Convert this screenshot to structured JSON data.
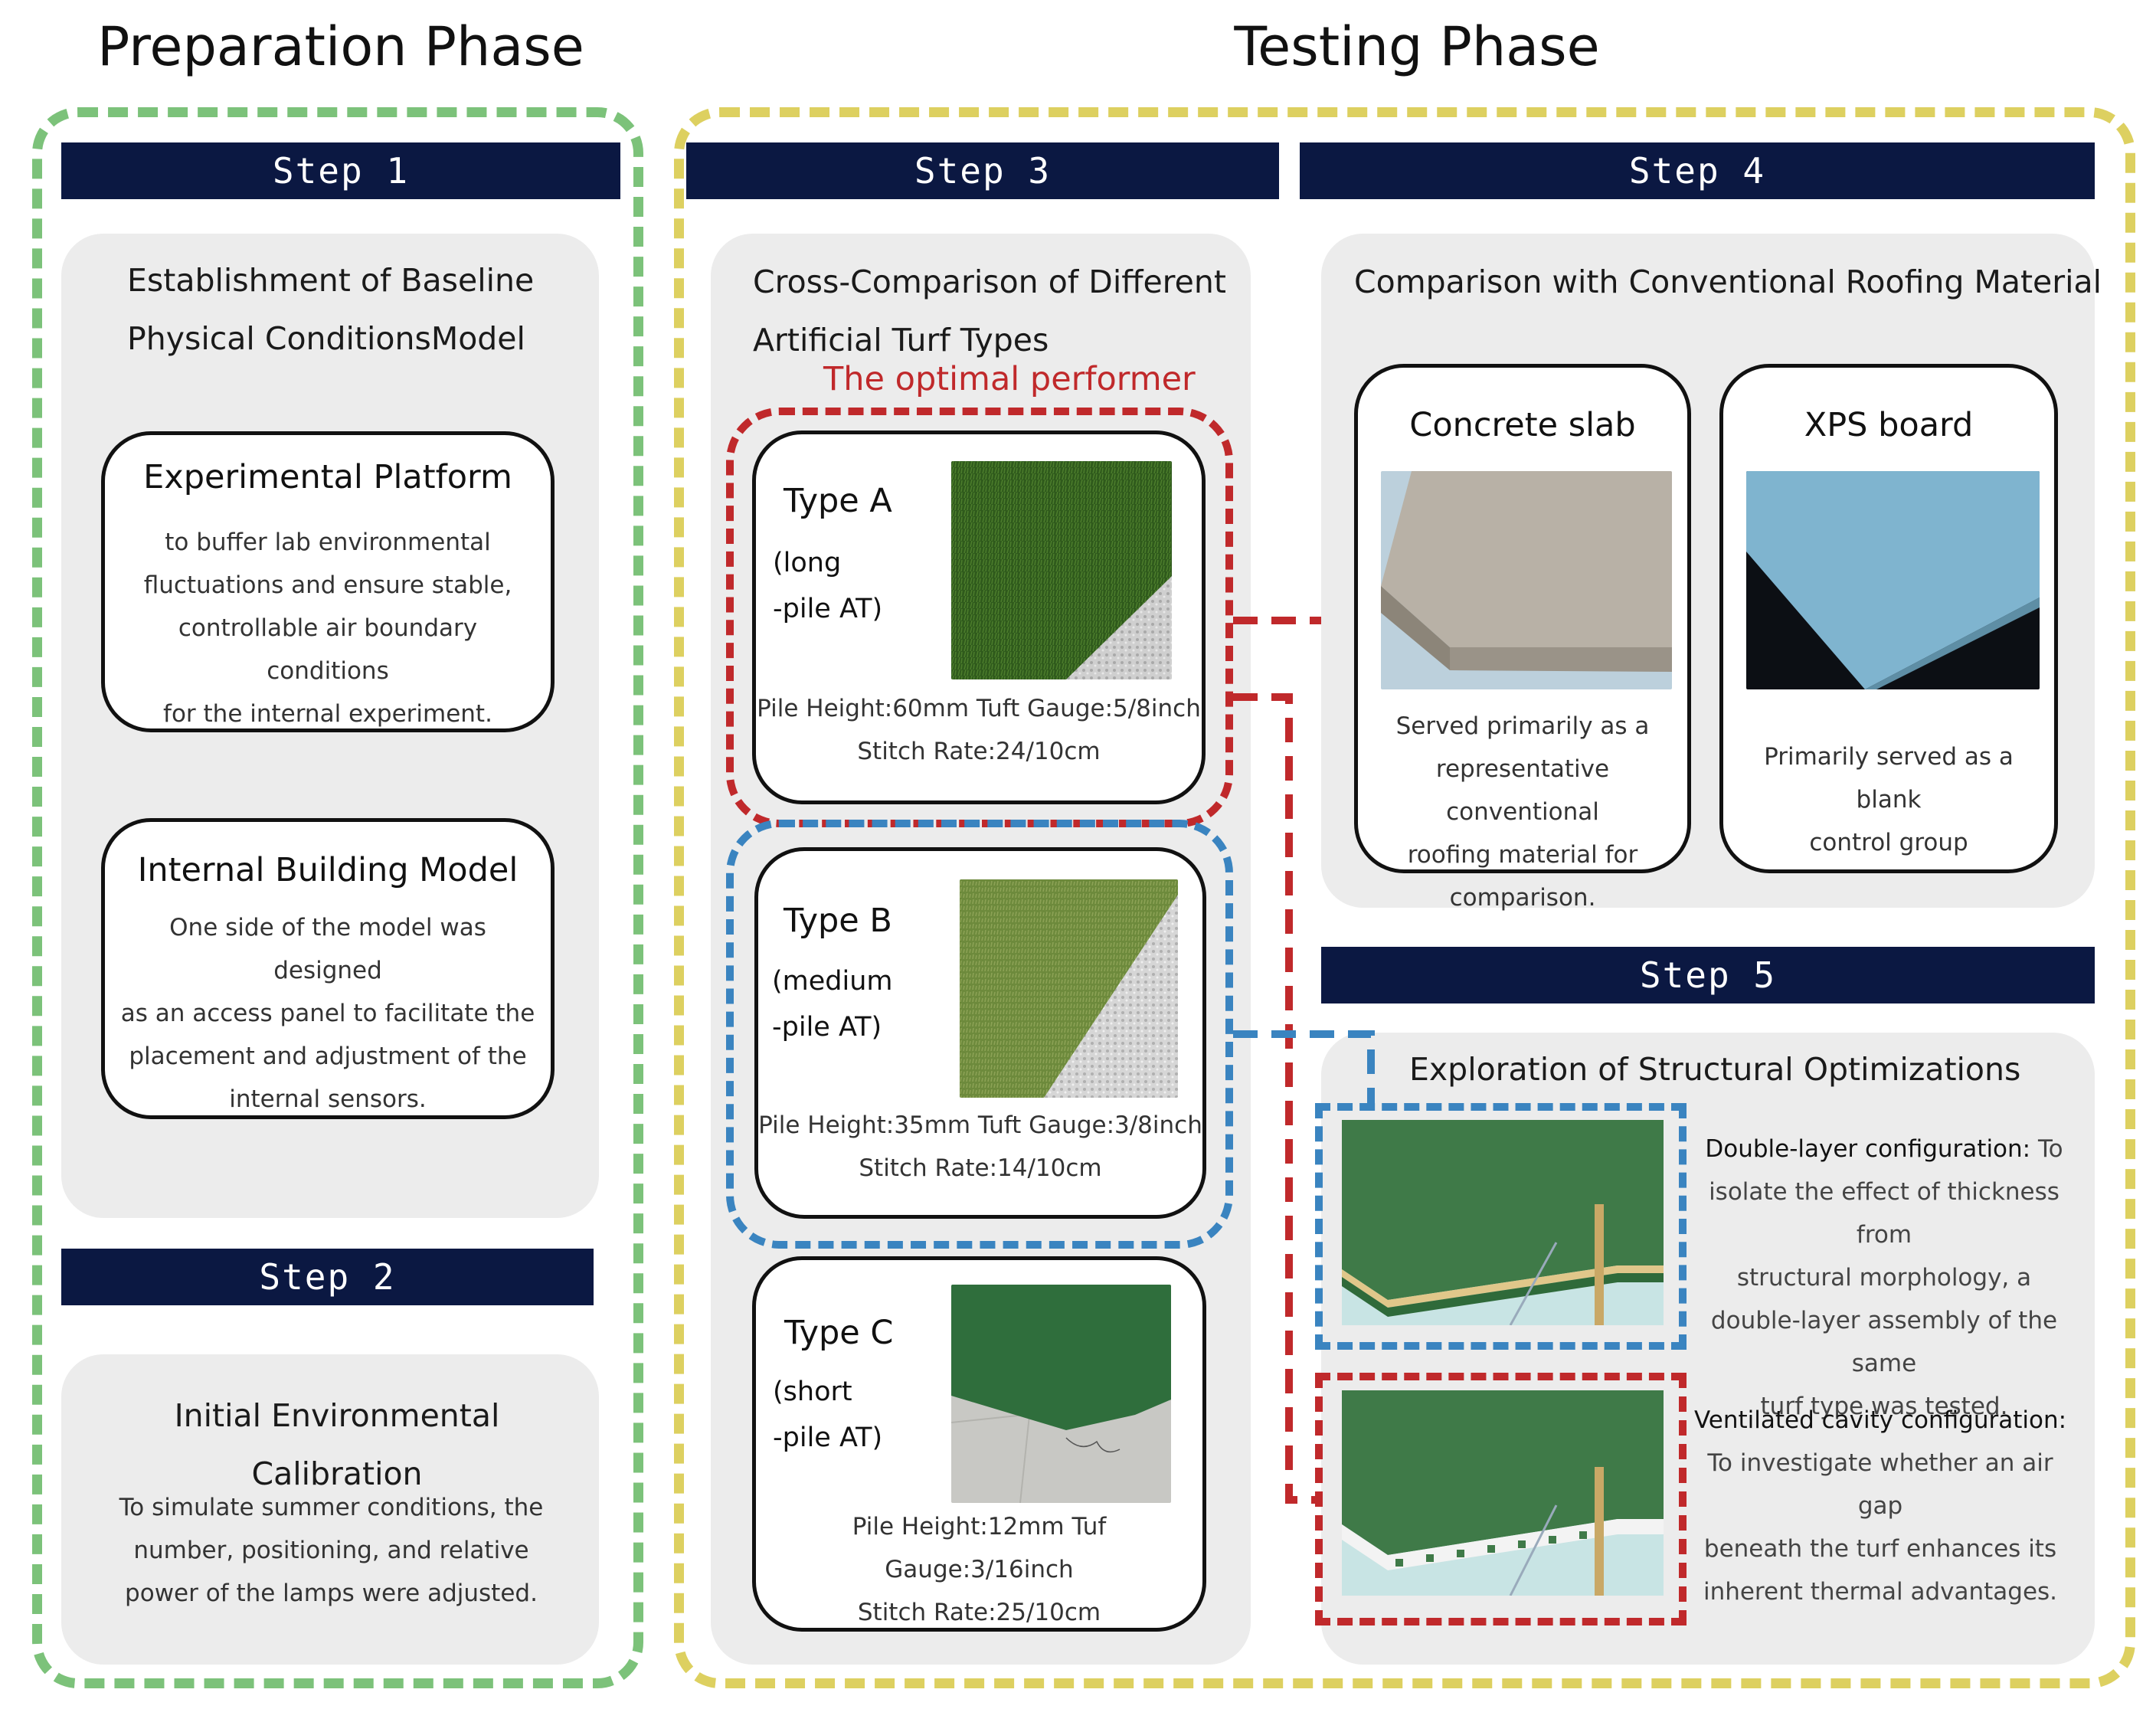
{
  "phases": {
    "preparation": "Preparation Phase",
    "testing": "Testing Phase"
  },
  "steps": {
    "step1": "Step 1",
    "step2": "Step 2",
    "step3": "Step 3",
    "step4": "Step 4",
    "step5": "Step 5"
  },
  "step1": {
    "title_line1": "Establishment of Baseline",
    "title_line2": "Physical ConditionsModel",
    "platform": {
      "title": "Experimental Platform",
      "lines": [
        "to buffer lab environmental",
        "fluctuations and ensure stable,",
        "controllable air boundary conditions",
        "for the internal experiment."
      ]
    },
    "building": {
      "title": "Internal Building Model",
      "lines": [
        "One side of the model was designed",
        "as an access panel to facilitate the",
        "placement and adjustment of the",
        "internal sensors."
      ]
    }
  },
  "step2": {
    "title": "Initial Environmental Calibration",
    "lines": [
      "To simulate summer conditions, the",
      "number, positioning, and relative",
      "power of the lamps were adjusted."
    ]
  },
  "step3": {
    "title_line1": "Cross-Comparison of Different",
    "title_line2": "Artificial Turf Types",
    "optimal_label": "The optimal performer",
    "type_a": {
      "name": "Type A",
      "sub1": "(long",
      "sub2": "-pile AT)",
      "spec1": "Pile Height:60mm Tuft Gauge:5/8inch",
      "spec2": "Stitch Rate:24/10cm"
    },
    "type_b": {
      "name": "Type B",
      "sub1": "(medium",
      "sub2": "-pile AT)",
      "spec1": "Pile Height:35mm Tuft Gauge:3/8inch",
      "spec2": "Stitch Rate:14/10cm"
    },
    "type_c": {
      "name": "Type C",
      "sub1": "(short",
      "sub2": "-pile AT)",
      "spec1": "Pile Height:12mm Tuf",
      "spec2": "Gauge:3/16inch",
      "spec3": "Stitch Rate:25/10cm"
    }
  },
  "step4": {
    "title": "Comparison with Conventional Roofing Material",
    "concrete": {
      "title": "Concrete slab",
      "lines": [
        "Served primarily as a",
        "representative conventional",
        "roofing material for",
        "comparison."
      ]
    },
    "xps": {
      "title": "XPS board",
      "lines": [
        "Primarily served as a blank",
        "control group"
      ]
    }
  },
  "step5": {
    "title": "Exploration of Structural Optimizations",
    "double": {
      "heading": "Double-layer configuration:",
      "first": " To",
      "lines": [
        "isolate the effect of thickness from",
        "structural morphology, a",
        "double-layer assembly of the same",
        "turf type was tested."
      ]
    },
    "vent": {
      "heading": "Ventilated cavity configuration:",
      "lines": [
        "To investigate whether an air gap",
        "beneath the turf enhances its",
        "inherent thermal advantages."
      ]
    }
  },
  "colors": {
    "prep_dash": "#7cc27a",
    "test_dash": "#ddd060",
    "red_dash": "#c0292b",
    "blue_dash": "#3a84c0",
    "step_bar": "#0b1842",
    "panel": "#ececec"
  }
}
